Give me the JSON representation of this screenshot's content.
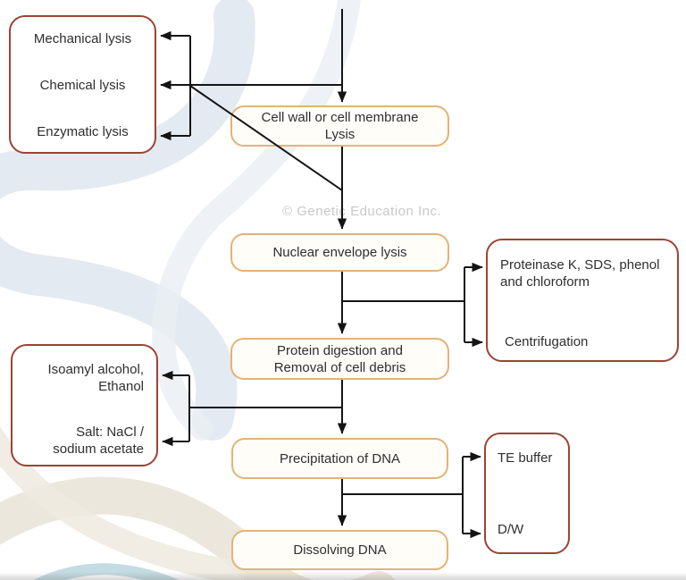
{
  "watermark": "© Genetic Education Inc.",
  "nodes": {
    "lysis_methods": {
      "items": [
        "Mechanical lysis",
        "Chemical lysis",
        "Enzymatic lysis"
      ]
    },
    "cell_wall_lysis": {
      "line1": "Cell wall or cell membrane",
      "line2": "Lysis"
    },
    "nuclear_envelope_lysis": {
      "label": "Nuclear envelope lysis"
    },
    "proteinase_reagents": {
      "item1": "Proteinase K, SDS, phenol and chloroform",
      "item2": "Centrifugation"
    },
    "protein_digestion": {
      "line1": "Protein digestion and",
      "line2": "Removal of cell debris"
    },
    "precipitation_reagents": {
      "item1_line1": "Isoamyl alcohol,",
      "item1_line2": "Ethanol",
      "item2_line1": "Salt: NaCl  /",
      "item2_line2": "sodium acetate"
    },
    "precipitation_dna": {
      "label": "Precipitation of DNA"
    },
    "dissolving_reagents": {
      "item1": "TE buffer",
      "item2": "D/W"
    },
    "dissolving_dna": {
      "label": "Dissolving DNA"
    }
  },
  "colors": {
    "accent_red": "#9c4334",
    "accent_orange": "#e2b377",
    "line_black": "#141414",
    "watermark_gray": "#c9c9c9"
  }
}
